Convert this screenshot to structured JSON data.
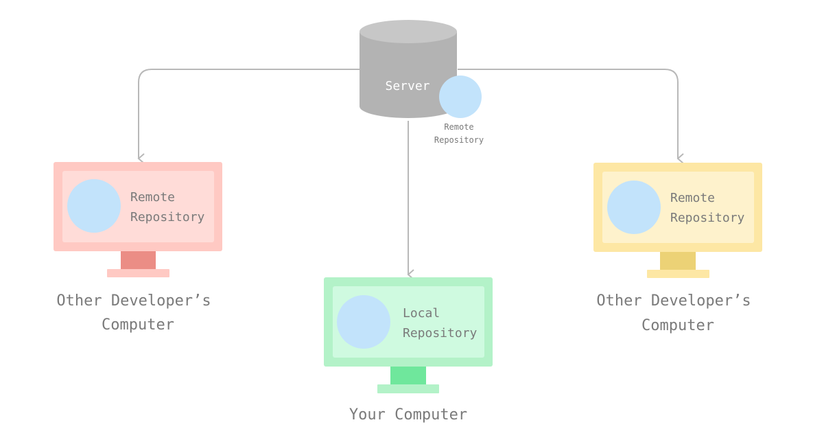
{
  "server": {
    "label": "Server",
    "repo_label_line1": "Remote",
    "repo_label_line2": "Repository"
  },
  "left_computer": {
    "screen_line1": "Remote",
    "screen_line2": "Repository",
    "caption_line1": "Other Developer’s",
    "caption_line2": "Computer",
    "colors": {
      "frame": "#ffc9c3",
      "screen": "#ffdcd8",
      "neck": "#eb8d85",
      "base": "#ffc9c3"
    }
  },
  "center_computer": {
    "screen_line1": "Local",
    "screen_line2": "Repository",
    "caption": "Your Computer",
    "colors": {
      "frame": "#b3f2c8",
      "screen": "#cffae0",
      "neck": "#6fe79c",
      "base": "#b3f2c8"
    }
  },
  "right_computer": {
    "screen_line1": "Remote",
    "screen_line2": "Repository",
    "caption_line1": "Other Developer’s",
    "caption_line2": "Computer",
    "colors": {
      "frame": "#fde7a4",
      "screen": "#fef2cc",
      "neck": "#ecd276",
      "base": "#fde7a4"
    }
  },
  "colors": {
    "server": "#b3b3b3",
    "server_top": "#c7c7c7",
    "repo_circle": "#c2e3fb",
    "arrow": "#b8b8b8",
    "text": "#7a7a7a"
  }
}
